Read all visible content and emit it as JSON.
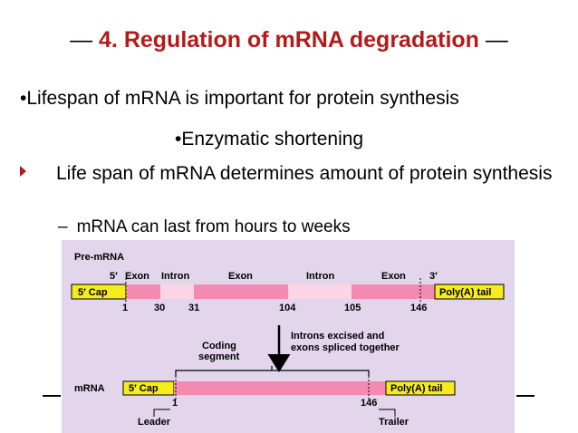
{
  "slide": {
    "title": "4. Regulation of mRNA degradation",
    "title_dash": "—",
    "line1": "•Lifespan of mRNA is important for protein synthesis",
    "line2": "•Enzymatic shortening",
    "bullet3": "Life span of mRNA determines amount of protein synthesis",
    "line4_dash": "–",
    "line4": "mRNA can last from hours to weeks"
  },
  "figure": {
    "premrna_label": "Pre-mRNA",
    "five_prime": "5′",
    "three_prime": "3′",
    "segments": [
      "Exon",
      "Intron",
      "Exon",
      "Intron",
      "Exon"
    ],
    "cap": "5′ Cap",
    "tail": "Poly(A) tail",
    "positions": [
      "1",
      "30",
      "31",
      "104",
      "105",
      "146"
    ],
    "arrow_text_1": "Introns excised and",
    "arrow_text_2": "exons spliced together",
    "coding_1": "Coding",
    "coding_2": "segment",
    "mrna_label": "mRNA",
    "mrna_positions": [
      "1",
      "146"
    ],
    "leader": "Leader",
    "trailer": "Trailer",
    "colors": {
      "exon": "#f28bb0",
      "intron": "#fbd5e4",
      "cap": "#f5ec1a",
      "background": "#e2d5ec",
      "title": "#b31b1b"
    }
  }
}
